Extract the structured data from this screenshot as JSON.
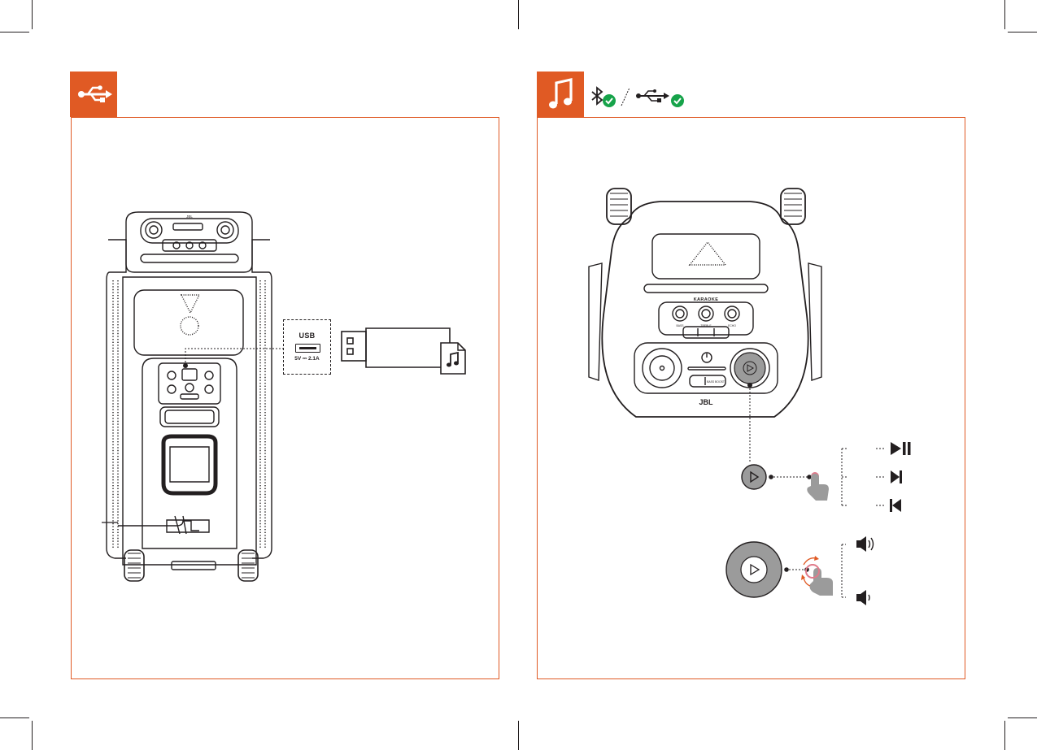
{
  "colors": {
    "accent": "#e05a24",
    "line": "#231f20",
    "check": "#16a34a",
    "dial": "#9b9b9b",
    "touch": "#e07a8a"
  },
  "icons": {
    "left_badge": "usb-icon",
    "right_badge": "music-note-icon",
    "bluetooth": "bluetooth-icon",
    "usb_small": "usb-icon",
    "check": "check-circle-icon",
    "file": "music-file-icon",
    "play_pause": "play-pause-icon",
    "next": "next-track-icon",
    "previous": "previous-track-icon",
    "volume_up": "volume-up-icon",
    "volume_down": "volume-down-icon",
    "finger_tap": "finger-tap-icon",
    "finger_rotate": "finger-rotate-icon"
  },
  "usb_port_label": {
    "title": "USB",
    "spec": "5V ⎓ 2.1A"
  },
  "speaker_front": {
    "section_label": "KARAOKE",
    "knob_labels": [
      "BASS",
      "TREBLE",
      "ECHO"
    ],
    "bass_boost_label": "BASS BOOST",
    "brand": "JBL"
  },
  "speaker_top": {
    "brand": "JBL"
  }
}
